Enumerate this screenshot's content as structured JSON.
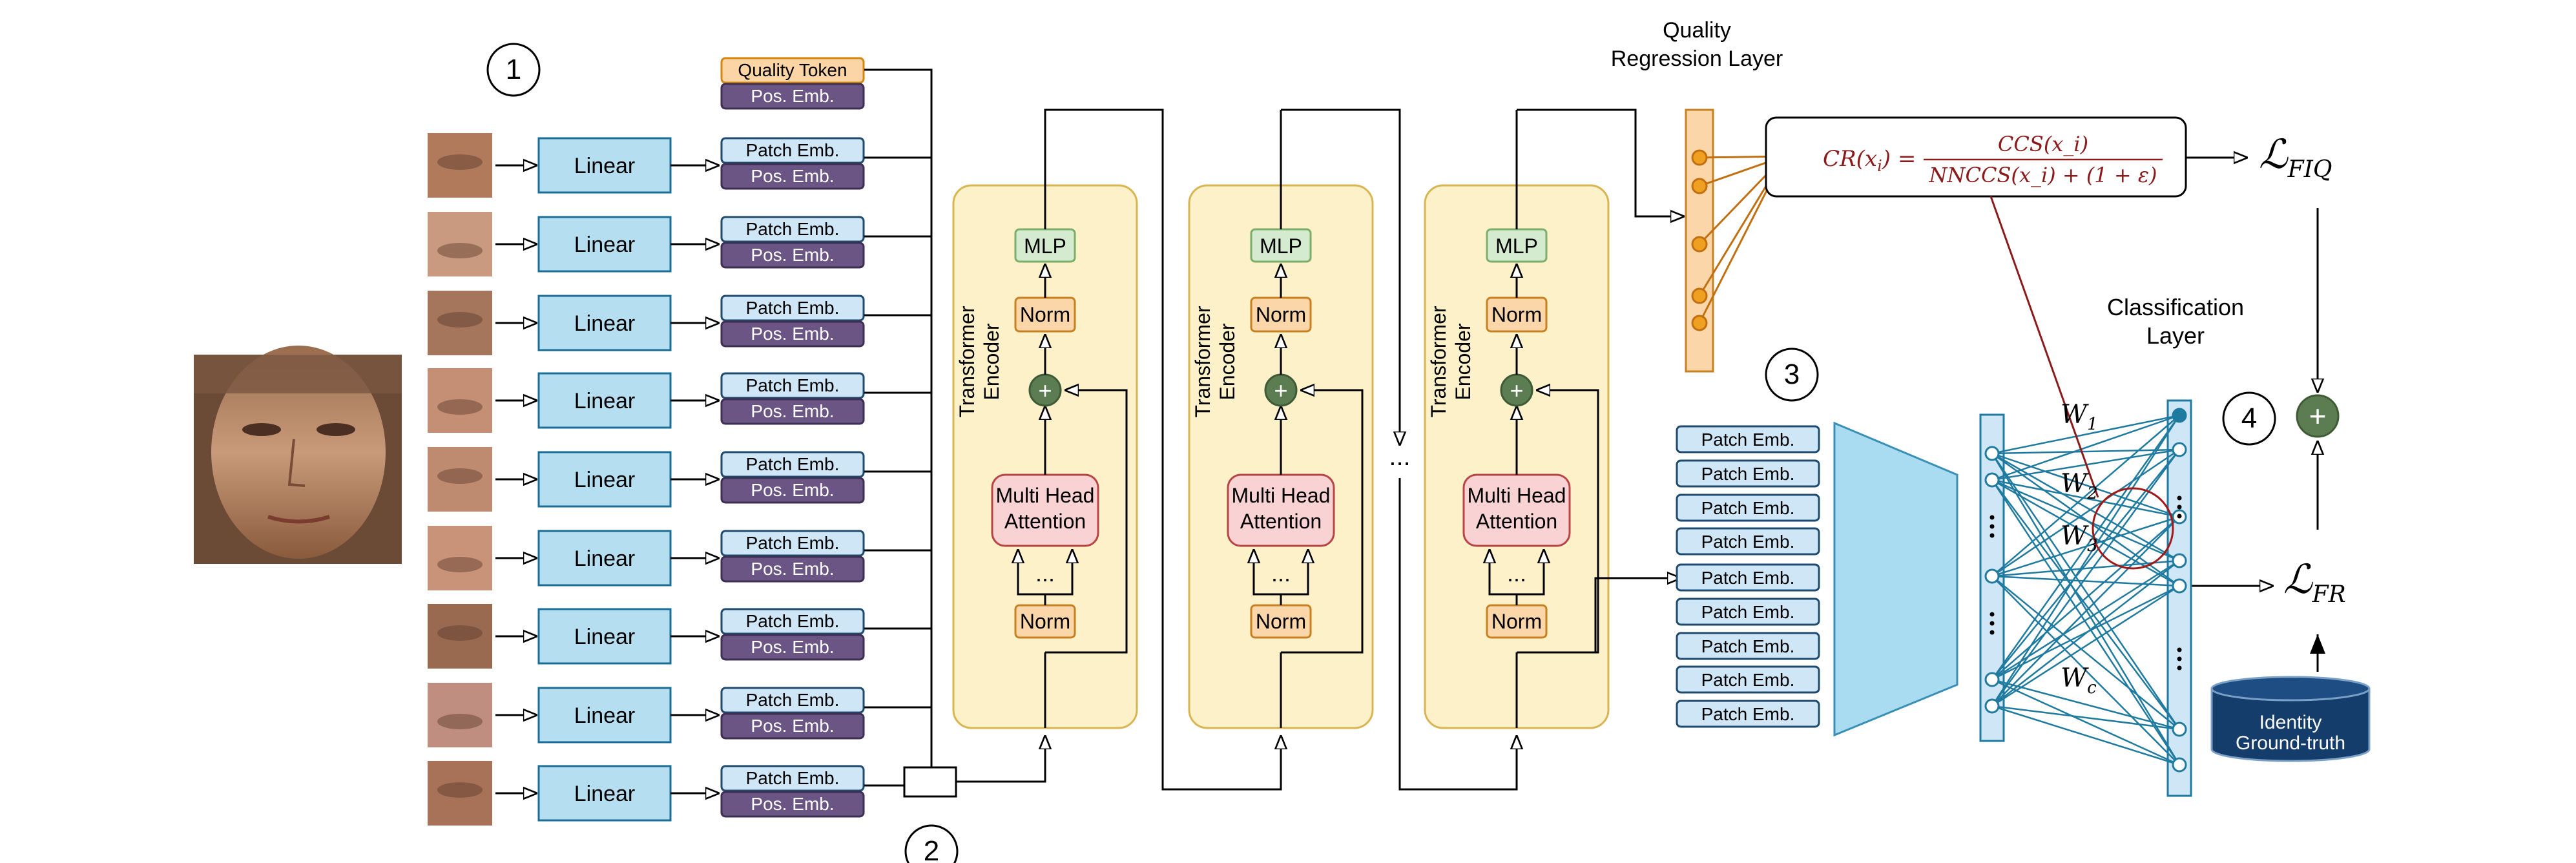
{
  "step_numbers": [
    "1",
    "2",
    "3",
    "4"
  ],
  "quality_token": "Quality Token",
  "pos_emb": "Pos. Emb.",
  "patch_emb": "Patch Emb.",
  "linear": "Linear",
  "mlp": "MLP",
  "norm": "Norm",
  "attention": [
    "Multi Head",
    "Attention"
  ],
  "encoder_label": [
    "Transformer",
    "Encoder"
  ],
  "ellipsis": "...",
  "quality_regression": [
    "Quality",
    "Regression Layer"
  ],
  "formula": {
    "lhs": "CR(x",
    "lhs_sub": "i",
    "lhs_end": ") =",
    "numerator": "CCS(x_i)",
    "denominator": "NNCCS(x_i) + (1 + ε)"
  },
  "loss_fiq": {
    "main": "ℒ",
    "sub": "FIQ"
  },
  "loss_fr": {
    "main": "ℒ",
    "sub": "FR"
  },
  "classification": [
    "Classification",
    "Layer"
  ],
  "weights": [
    {
      "main": "W",
      "sub": "1"
    },
    {
      "main": "W",
      "sub": "2"
    },
    {
      "main": "W",
      "sub": "3"
    },
    {
      "main": "W",
      "sub": "c"
    }
  ],
  "plus": "+",
  "identity": [
    "Identity",
    "Ground-truth"
  ],
  "colors": {
    "linear_fill": "#b5dff0",
    "linear_stroke": "#1a6e96",
    "patch_fill": "#cfe6f7",
    "pos_fill": "#6b5585",
    "token_fill": "#fbd5a5",
    "token_stroke": "#d5860f",
    "encoder_fill": "#fdf1c9",
    "encoder_stroke": "#d9b552",
    "mlp_fill": "#d5ebcf",
    "mlp_stroke": "#7cad69",
    "norm_fill": "#fbd6a8",
    "norm_stroke": "#c98020",
    "attn_fill": "#f9d3d3",
    "attn_stroke": "#b84444",
    "plus_fill": "#5c7c52",
    "trap_fill": "#a9dcf0",
    "trap_stroke": "#3a8fb5",
    "net_line": "#1f7aa0",
    "quality_red": "#8b1a1a",
    "db_fill": "#153d6c"
  }
}
